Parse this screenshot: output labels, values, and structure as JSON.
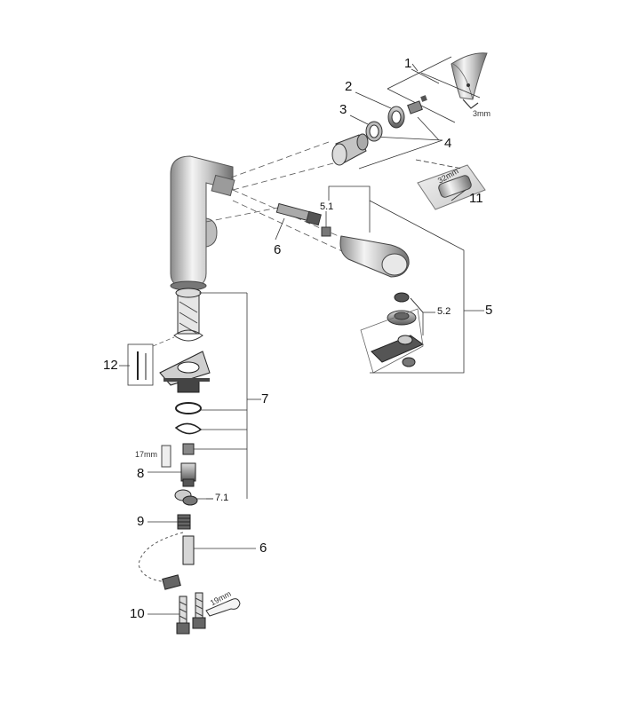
{
  "callouts": {
    "c1": "1",
    "c2": "2",
    "c3": "3",
    "c4": "4",
    "c5": "5",
    "c51": "5.1",
    "c52": "5.2",
    "c6_top": "6",
    "c6_bottom": "6",
    "c7": "7",
    "c71": "7.1",
    "c8": "8",
    "c9": "9",
    "c10": "10",
    "c11": "11",
    "c12": "12"
  },
  "tool_sizes": {
    "hex_key": "3mm",
    "socket_11": "32mm",
    "socket_17": "17mm",
    "wrench": "19mm"
  }
}
